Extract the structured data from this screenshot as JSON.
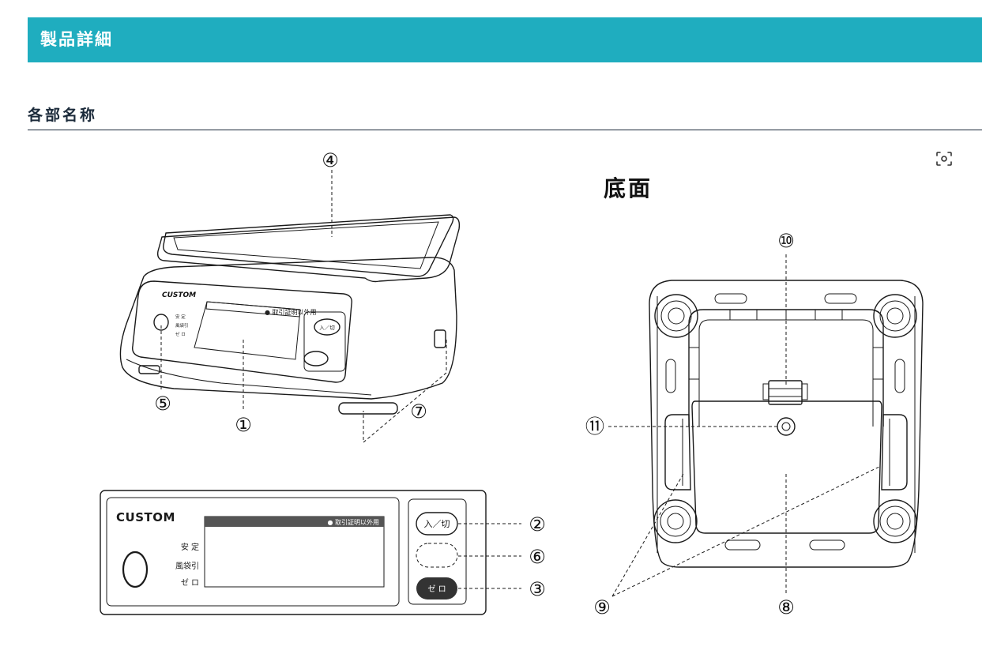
{
  "header": {
    "title": "製品詳細"
  },
  "section": {
    "title": "各部名称"
  },
  "icons": {
    "zoom": "focus-frame-icon"
  },
  "diagram": {
    "bottom_title": "底面",
    "markers": {
      "m1": "①",
      "m2": "②",
      "m3": "③",
      "m4": "④",
      "m5": "⑤",
      "m6": "⑥",
      "m7": "⑦",
      "m8": "⑧",
      "m9": "⑨",
      "m10": "⑩",
      "m11": "⑪"
    },
    "panel": {
      "brand": "CUSTOM",
      "label_stable": "安 定",
      "label_tare": "風袋引",
      "label_zero": "ゼ ロ",
      "display_note": "● 取引証明以外用",
      "btn_power": "入／切",
      "btn_zero": "ゼ ロ"
    },
    "scale": {
      "brand": "CUSTOM",
      "label_stable": "安 定",
      "label_tare": "風袋引",
      "label_zero": "ゼ ロ",
      "display_note": "● 取引証明以外用",
      "btn_power": "入／切",
      "btn_zero": "ゼ ロ"
    }
  }
}
